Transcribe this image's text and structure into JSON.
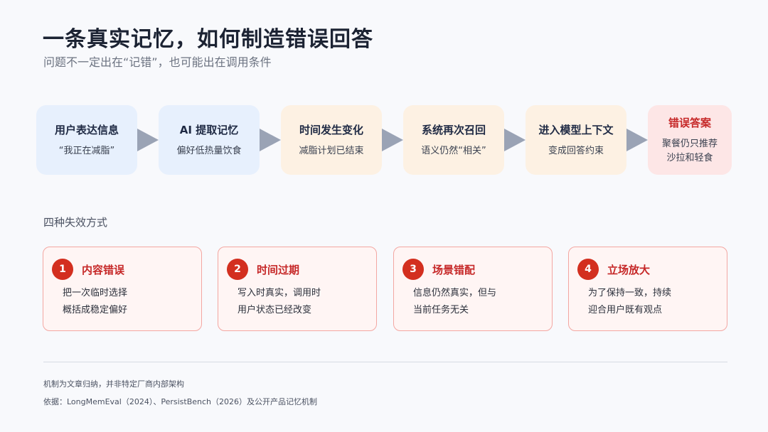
{
  "title": "一条真实记忆，如何制造错误回答",
  "subtitle": "问题不一定出在“记错”，也可能出在调用条件",
  "flow": [
    {
      "title": "用户表达信息",
      "desc": "“我正在减脂”",
      "tone": "blue"
    },
    {
      "title": "AI 提取记忆",
      "desc": "偏好低热量饮食",
      "tone": "blue"
    },
    {
      "title": "时间发生变化",
      "desc": "减脂计划已结束",
      "tone": "orange"
    },
    {
      "title": "系统再次召回",
      "desc": "语义仍然“相关”",
      "tone": "orange"
    },
    {
      "title": "进入模型上下文",
      "desc": "变成回答约束",
      "tone": "orange"
    },
    {
      "title": "错误答案",
      "desc": "聚餐仍只推荐\n沙拉和轻食",
      "tone": "red"
    }
  ],
  "section_label": "四种失效方式",
  "modes": [
    {
      "num": "1",
      "title": "内容错误",
      "desc": "把一次临时选择\n概括成稳定偏好"
    },
    {
      "num": "2",
      "title": "时间过期",
      "desc": "写入时真实，调用时\n用户状态已经改变"
    },
    {
      "num": "3",
      "title": "场景错配",
      "desc": "信息仍然真实，但与\n当前任务无关"
    },
    {
      "num": "4",
      "title": "立场放大",
      "desc": "为了保持一致，持续\n迎合用户既有观点"
    }
  ],
  "notes": {
    "line1": "机制为文章归纳，并非特定厂商内部架构",
    "line2": "依据：LongMemEval（2024）、PersistBench（2026）及公开产品记忆机制"
  },
  "colors": {
    "blue_step": "#e7f0fd",
    "orange_step": "#fdf1e3",
    "red_step": "#fde6e6",
    "accent_red": "#d32f1f",
    "arrow": "#9aa3b5"
  }
}
